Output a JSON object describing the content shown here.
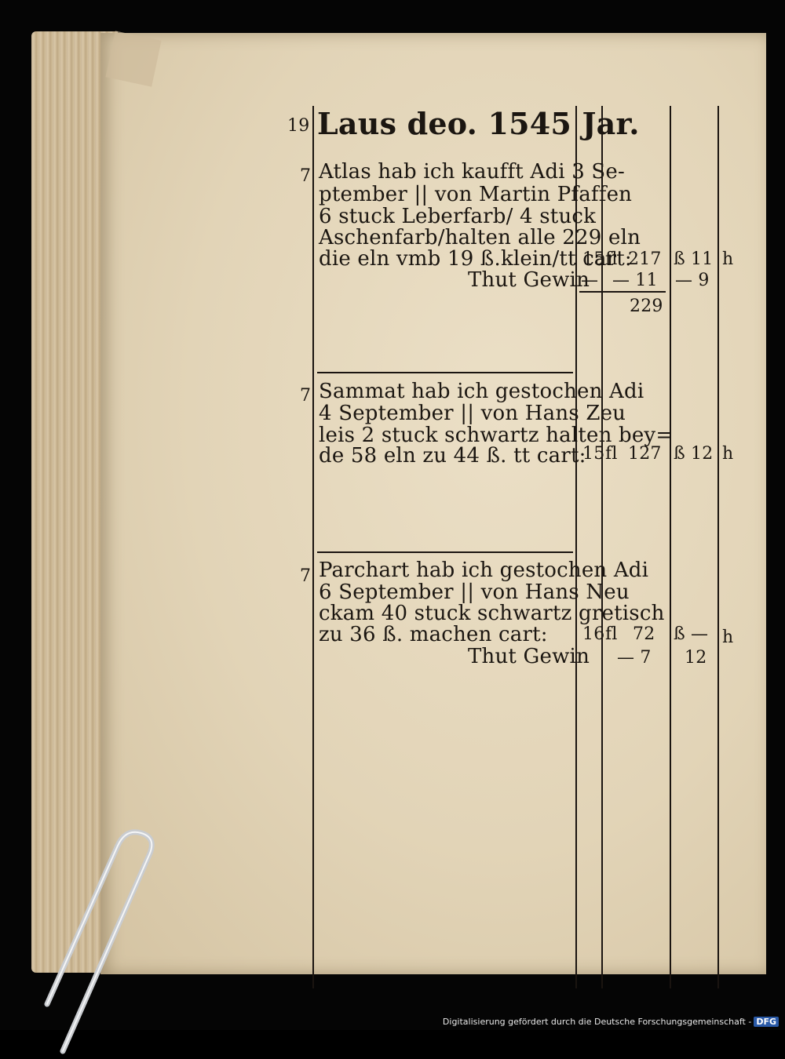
{
  "header": {
    "page_number": "19",
    "title": "Laus deo. 1545 Jar."
  },
  "entries": [
    {
      "ref": "7",
      "lines": [
        "Atlas hab ich kaufft Adi 3 Se-",
        "ptember || von Martin Pfaffen",
        "6 stuck Leberfarb/ 4 stuck",
        "Aschenfarb/halten alle 229 eln",
        "die eln vmb 19 ß.klein/tt cart:"
      ],
      "amount": {
        "folio": "15",
        "f": "217",
        "s": "11",
        "h": "h"
      },
      "gain": {
        "label": "Thut Gewin",
        "folio": "—",
        "f": "— 11",
        "s": "— 9"
      },
      "total": "229"
    },
    {
      "ref": "7",
      "lines": [
        "Sammat hab ich gestochen Adi",
        "4 September || von Hans Zeu",
        "leis 2 stuck schwartz halten bey=",
        "de 58 eln zu 44 ß. tt        cart:"
      ],
      "amount": {
        "folio": "15",
        "f": "127",
        "s": "12",
        "h": "h"
      }
    },
    {
      "ref": "7",
      "lines": [
        "Parchart hab ich gestochen Adi",
        "6 September || von Hans Neu",
        "ckam 40 stuck schwartz gretisch",
        "zu 36 ß. machen          cart:"
      ],
      "amount": {
        "folio": "16",
        "f": "72",
        "s": "—",
        "h": "h"
      },
      "gain": {
        "label": "Thut Gewin",
        "f": "— 7",
        "s": "12"
      }
    }
  ],
  "symbols": {
    "florin": "fl",
    "schilling": "ß"
  },
  "footer": {
    "text": "Digitalisierung gefördert durch die Deutsche Forschungsgemeinschaft -",
    "badge": "DFG"
  }
}
